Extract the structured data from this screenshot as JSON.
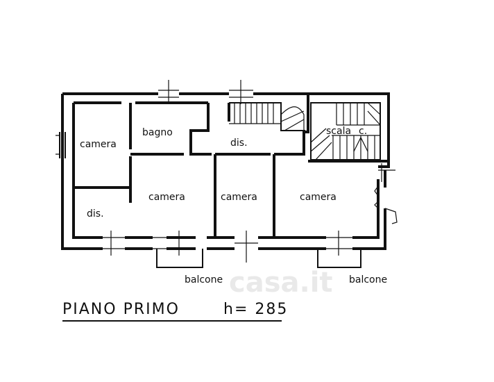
{
  "rooms": {
    "camera_nw": "camera",
    "bagno": "bagno",
    "dis_top": "dis.",
    "scala": "scala",
    "scala_suffix": "c.",
    "dis_left": "dis.",
    "camera_center_left": "camera",
    "camera_center": "camera",
    "camera_right": "camera"
  },
  "balconies": {
    "left": "balcone",
    "right": "balcone"
  },
  "title": {
    "floor": "PIANO  PRIMO",
    "height": "h= 285"
  },
  "watermark": "casa.it"
}
